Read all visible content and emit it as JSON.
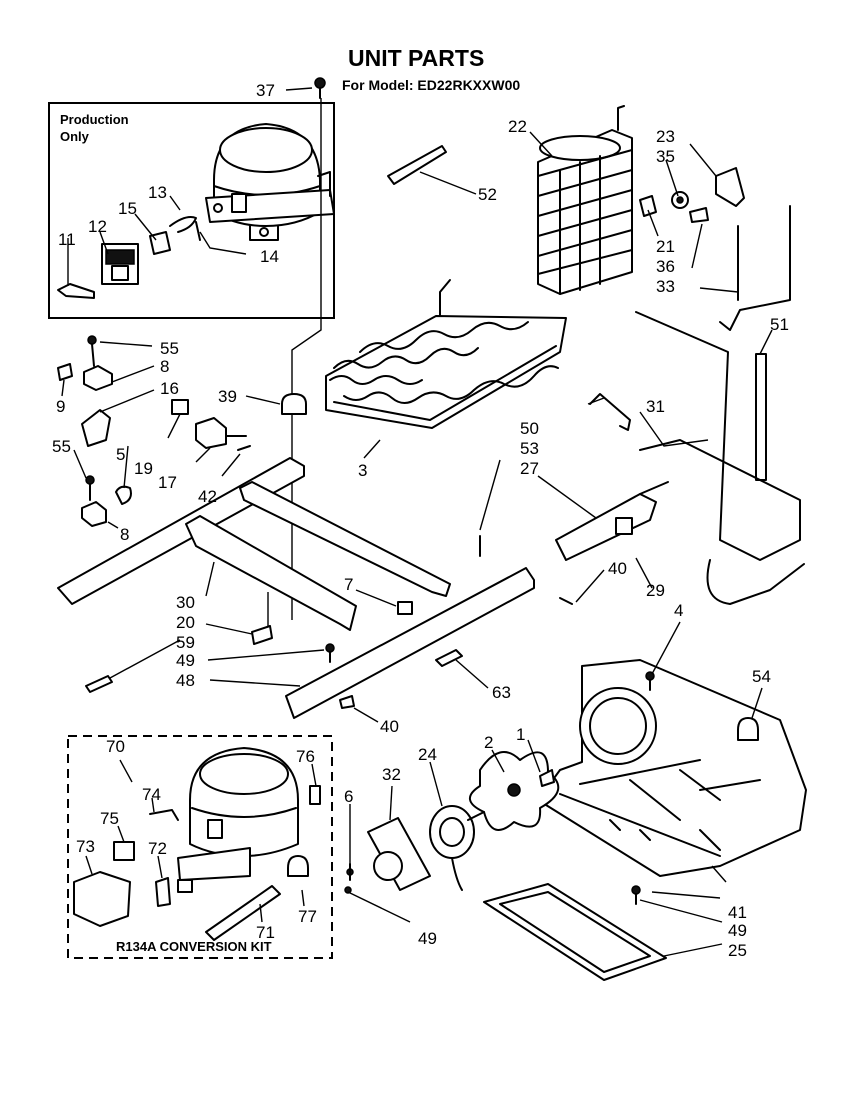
{
  "title": "UNIT PARTS",
  "subtitle": "For Model: ED22RKXXW00",
  "boxes": {
    "production_only_line1": "Production",
    "production_only_line2": "Only",
    "conversion_kit": "R134A CONVERSION KIT"
  },
  "callouts": {
    "c1": "1",
    "c2": "2",
    "c3": "3",
    "c4": "4",
    "c5": "5",
    "c6": "6",
    "c7": "7",
    "c8a": "8",
    "c8b": "8",
    "c9": "9",
    "c11": "11",
    "c12": "12",
    "c13": "13",
    "c14": "14",
    "c15": "15",
    "c16": "16",
    "c17": "17",
    "c19": "19",
    "c20": "20",
    "c21": "21",
    "c22": "22",
    "c23": "23",
    "c24": "24",
    "c25": "25",
    "c27": "27",
    "c29": "29",
    "c30": "30",
    "c31": "31",
    "c32": "32",
    "c33": "33",
    "c35": "35",
    "c36": "36",
    "c37": "37",
    "c39": "39",
    "c40a": "40",
    "c40b": "40",
    "c41": "41",
    "c42": "42",
    "c48": "48",
    "c49a": "49",
    "c49b": "49",
    "c49c": "49",
    "c50": "50",
    "c51": "51",
    "c52": "52",
    "c53": "53",
    "c54": "54",
    "c55a": "55",
    "c55b": "55",
    "c59": "59",
    "c63": "63",
    "c70": "70",
    "c71": "71",
    "c72": "72",
    "c73": "73",
    "c74": "74",
    "c75": "75",
    "c76": "76",
    "c77": "77"
  }
}
